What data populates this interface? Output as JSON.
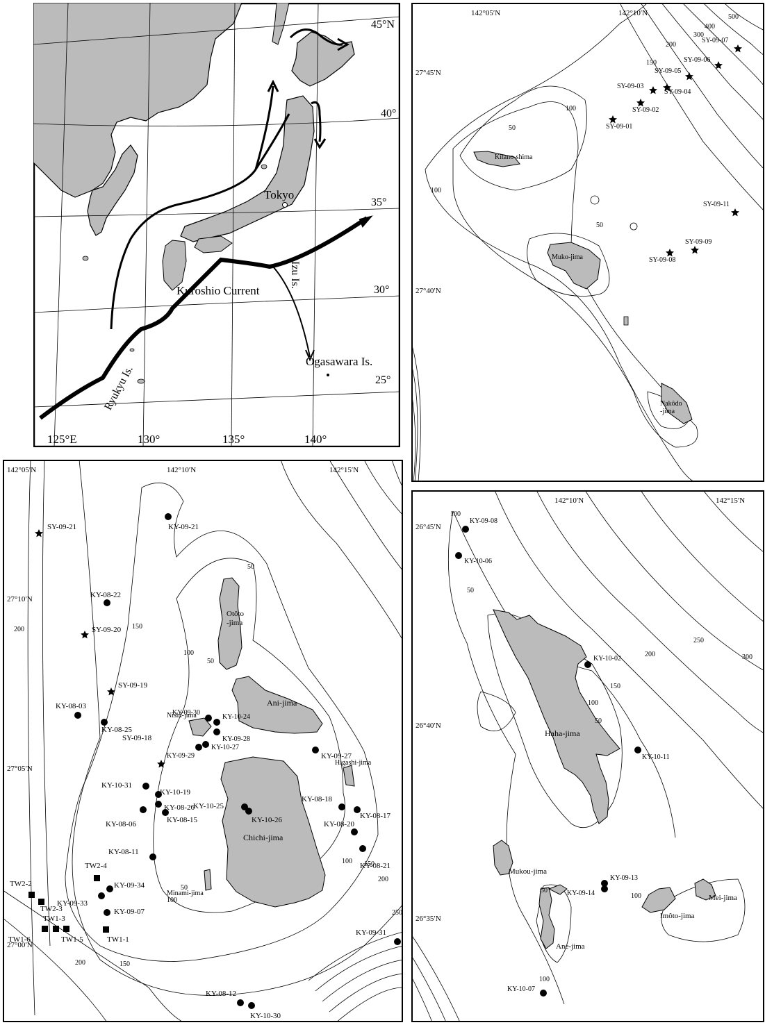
{
  "panel_a": {
    "lat_labels": [
      "45°N",
      "40°",
      "35°",
      "30°",
      "25°"
    ],
    "lon_labels": [
      "125°E",
      "130°",
      "135°",
      "140°"
    ],
    "city": "Tokyo",
    "current": "Kuroshio Current",
    "islands": {
      "izu": "Izu Is.",
      "ogasawara": "Ogasawara Is.",
      "ryukyu": "Ryukyu Is."
    }
  },
  "panel_b": {
    "lon_labels": [
      "142°05′N",
      "142°10′N"
    ],
    "lat_labels": [
      "27°45′N",
      "27°40′N"
    ],
    "contours": [
      "500",
      "400",
      "300",
      "200",
      "150",
      "100",
      "100",
      "50",
      "50"
    ],
    "islands": {
      "kitano": "Kitano-shima",
      "muko": "Muko-jima",
      "nakodo": "Nakôdo\n-jima"
    },
    "stations": [
      {
        "id": "SY-09-07"
      },
      {
        "id": "SY-09-06"
      },
      {
        "id": "SY-09-05"
      },
      {
        "id": "SY-09-04"
      },
      {
        "id": "SY-09-03"
      },
      {
        "id": "SY-09-02"
      },
      {
        "id": "SY-09-01"
      },
      {
        "id": "SY-09-11"
      },
      {
        "id": "SY-09-09"
      },
      {
        "id": "SY-09-08"
      }
    ]
  },
  "panel_c": {
    "lon_labels": [
      "142°05′N",
      "142°10′N",
      "142°15′N"
    ],
    "lat_labels": [
      "27°10′N",
      "27°05′N",
      "27°00′N"
    ],
    "contours": [
      "200",
      "150",
      "100",
      "50",
      "50",
      "100",
      "150",
      "200",
      "250",
      "100",
      "150",
      "200",
      "50"
    ],
    "islands": {
      "ototo": "Otôto\n-jima",
      "ani": "Ani-jima",
      "nishi": "Nishi-jima",
      "chichi": "Chichi-jima",
      "higashi": "Higashi-jima",
      "minami": "Minami-jima"
    },
    "stars": [
      "SY-09-21",
      "SY-09-20",
      "SY-09-19",
      "SY-09-18"
    ],
    "dots": [
      "KY-09-21",
      "KY-08-22",
      "KY-08-03",
      "KY-08-25",
      "KY-09-30",
      "KY-10-24",
      "KY-09-28",
      "KY-09-29",
      "KY-10-27",
      "KY-09-27",
      "KY-10-31",
      "KY-10-19",
      "KY-08-26",
      "KY-08-06",
      "KY-08-15",
      "KY-10-25",
      "KY-10-26",
      "KY-08-18",
      "KY-08-17",
      "KY-08-20",
      "KY-08-21",
      "KY-08-11",
      "KY-09-34",
      "KY-09-33",
      "KY-09-07",
      "KY-08-12",
      "KY-10-30",
      "KY-09-31"
    ],
    "squares": [
      "TW2-2",
      "TW2-3",
      "TW2-4",
      "TW1-3",
      "TW1-6",
      "TW1-5",
      "TW1-1"
    ]
  },
  "panel_d": {
    "lon_labels": [
      "142°10′N",
      "142°15′N"
    ],
    "lat_labels": [
      "26°45′N",
      "26°40′N",
      "26°35′N"
    ],
    "contours": [
      "100",
      "50",
      "150",
      "200",
      "250",
      "300",
      "100",
      "50",
      "50",
      "100",
      "100"
    ],
    "islands": {
      "haha": "Haha-jima",
      "mukou": "Mukou-jima",
      "mei": "Mei-jima",
      "imoto": "Imôto-jima",
      "ane": "Ane-jima"
    },
    "dots": [
      "KY-09-08",
      "KY-10-06",
      "KY-10-02",
      "KY-10-11",
      "KY-09-13",
      "KY-09-14",
      "KY-10-07"
    ]
  }
}
